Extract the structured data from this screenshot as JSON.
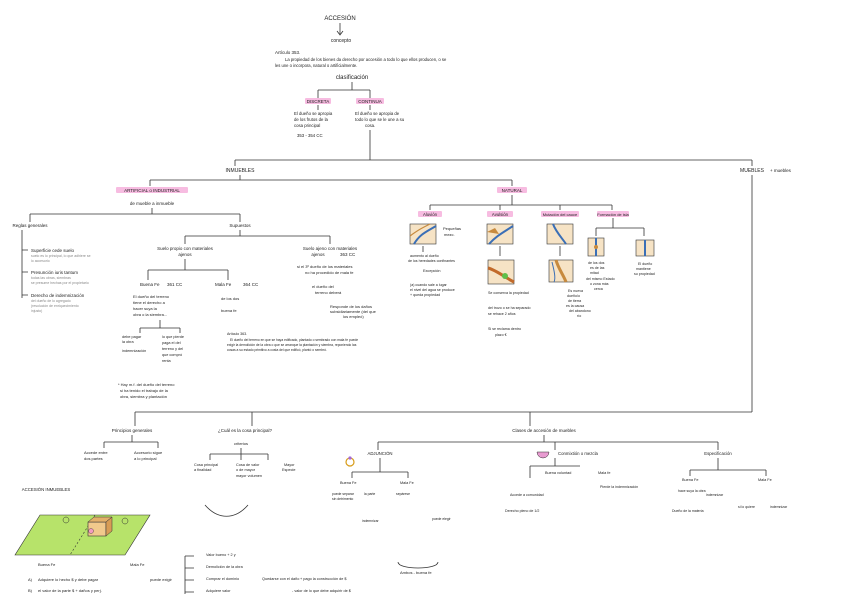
{
  "title": "ACCESIÓN",
  "subtitle": "concepto",
  "article_heading": "Artículo 353.",
  "article_text_1": "La propiedad de los bienes da derecho por accesión a todo lo que ellos producen, o se",
  "article_text_2": "les une o incorpora, natural o artificialmente.",
  "classification": "clasificación",
  "discreta": "DISCRETA",
  "continua": "CONTINUA",
  "discreta_desc_1": "El dueño se apropia",
  "discreta_desc_2": "de los frutos de la",
  "discreta_desc_3": "cosa principal",
  "discreta_ref": "353 - 354 CC",
  "continua_desc_1": "El dueño se apropia de",
  "continua_desc_2": "todo lo que se le une a su",
  "continua_desc_3": "cosa.",
  "inmuebles": "INMUEBLES",
  "muebles": "MUEBLES",
  "muebles_note": "+ muebles",
  "artificial": "ARTIFICIAL o INDUSTRIAL",
  "artificial_sub": "de mueble a inmueble",
  "natural": "NATURAL",
  "natural_items": [
    "Aluvión",
    "Avulsión",
    "Mutación del cauce",
    "Formación de isla"
  ],
  "aluvion_note_1": "Pequeñas",
  "aluvion_note_2": "mezc.",
  "aluvion_desc_1": "aumento al dueño",
  "aluvion_desc_2": "de los heredades confinantes",
  "aluvion_desc_3": "Excepción",
  "aluvion_desc_4": "(a) cuando sale a lugar",
  "aluvion_desc_5": "el nivel del agua se produce",
  "aluvion_desc_6": "+ queda propiedad",
  "avulsion_desc_1": "Se conserva la propiedad",
  "avulsion_desc_2": "del trozo o se ha separado",
  "avulsion_desc_3": "se rehace 2 años",
  "avulsion_desc_4": "Si se reclama dentro",
  "avulsion_desc_5": "plazo €",
  "cauce_desc_1": "Es nueva",
  "cauce_desc_2": "dueño/o",
  "cauce_desc_3": "de tierra",
  "cauce_desc_4": "es la causa",
  "cauce_desc_5": "del abandono",
  "cauce_desc_6": "río",
  "isla_desc_1": "de los dos",
  "isla_desc_2": "es de las",
  "isla_desc_3": "mitad",
  "isla_desc_4": "del mismo Estado",
  "isla_desc_5": "o zona más",
  "isla_desc_6": "cerca",
  "isla_right_1": "El dueño",
  "isla_right_2": "mantiene",
  "isla_right_3": "su propiedad",
  "reglas_generales": "Reglas generales",
  "regla_1": "Superficie cede suelo",
  "regla_1_sub_1": "suelo es lo principal, lo que adhiere se",
  "regla_1_sub_2": "lo accesorio",
  "regla_2": "Presunción iuris tantum",
  "regla_2_sub_1": "todas las obras, siembras",
  "regla_2_sub_2": "se presume hechas por el propietario",
  "regla_3": "Derecho de indemnización",
  "regla_3_sub_1": "del dueño de lo agregado",
  "regla_3_sub_2": "(resolución de enriquecimiento",
  "regla_3_sub_3": "injusto)",
  "supuestos": "Supuestos",
  "suelo_propio": "Suelo propio con materiales",
  "suelo_propio_2": "ajenos",
  "suelo_ajeno": "Suelo ajeno con materiales",
  "suelo_ajeno_2": "ajenos",
  "suelo_ajeno_ref": "363 CC",
  "buena_fe": "Buena Fe",
  "buena_fe_ref": "361 CC",
  "mala_fe": "Mala Fe",
  "mala_fe_ref": "364 CC",
  "bf_desc_1": "El dueño del terreno",
  "bf_desc_2": "tiene el derecho a",
  "bf_desc_3": "hacer suya la",
  "bf_desc_4": "obra o la siembra...",
  "mf_desc_1": "de los dos",
  "mf_desc_2": "buena fe",
  "ajeno_desc_1": "si el 3º dueño de los materiales",
  "ajeno_desc_2": "no ha procedido de mala fe",
  "ajeno_desc_3": "el dueño del",
  "ajeno_desc_4": "terreno deberá",
  "ajeno_desc_5": "Responde de los daños",
  "ajeno_desc_6": "subsidiariamente (del que",
  "ajeno_desc_7": "los empleó)",
  "dueno_1": "debe pagar",
  "dueno_2": "la obra",
  "dueno_3": "indemnización",
  "dueno_4": "lo que pierde",
  "dueno_5": "paga el del",
  "dueno_6": "terreno y del",
  "dueno_7": "que compró",
  "dueno_8": "renta",
  "art_363_heading": "Artículo 363.",
  "art_363_text_1": "El dueño del terreno en que se haya edificado, plantado o sembrado con mala fe puede",
  "art_363_text_2": "exigir la demolición de la obra o que se arranque la plantación y siembra, reponiendo las",
  "art_363_text_3": "cosas a su estado primitivo a costa del que edificó, plantó o sembró.",
  "mala_fe_note_1": "* Hay m.f. del dueño del terreno",
  "mala_fe_note_2": "si ha tenido el trabajo de la",
  "mala_fe_note_3": "obra, siembra y plantación",
  "principios": "Principios generales",
  "principio_1": "Accesorio sigue",
  "principio_1b": "a lo principal",
  "principio_2a": "Accede entre",
  "principio_2b": "dos partes",
  "cosa_principal": "¿Cuál es la cosa principal?",
  "criterios": "criterios",
  "criterio_1": "Cosa principal",
  "criterio_1b": "a finalidad",
  "criterio_2": "Cosa de valor",
  "criterio_2b": "o de mayor",
  "criterio_2c": "mayor volumen",
  "criterio_3": "Mayor",
  "criterio_3b": "Especie",
  "clases": "Clases de accesión de muebles",
  "adjuncion": "ADJUNCIÓN",
  "conmixtion": "Conmixtión o mezcla",
  "especificacion": "Especificación",
  "buena_fe_short": "Buena Fe",
  "mala_fe_short": "Mala Fe",
  "adj_1": "puede separar",
  "adj_2": "sin detrimento",
  "adj_3": "la parte",
  "adj_4": "indemnizar",
  "adj_5": "sepárese",
  "adj_6": "puede elegir",
  "adj_7": "Ambos - buena fe",
  "mezcla_1": "Buena voluntad",
  "mezcla_2": "Accede a comunidad",
  "mezcla_3": "Derecho pleno de 1/2",
  "mezcla_4": "Mala fe",
  "mezcla_5": "Pierde la indemnización",
  "esp_1": "Buena Fe",
  "esp_2": "Mala Fe",
  "esp_3": "hace suya la obra",
  "esp_4": "indemnizar",
  "esp_5": "Dueño de la materia",
  "esp_6": "indemnizar",
  "esp_7": "si lo quiere",
  "accesion_inmuebles": "ACCESIÓN INMUEBLES",
  "bottom_bf": "Buena Fe",
  "bottom_mf": "Mala Fe",
  "bottom_a": "A)",
  "bottom_b": "B)",
  "bottom_a_text": "Adquiere lo hecho $ y debe pagar",
  "bottom_b_text": "el valor de la parte $ + daños y perj.",
  "bottom_mid_1": "Valor bueno + 2 y",
  "bottom_mid_2": "Demolición de la obra",
  "bottom_mid_3": "Comprar el dominio",
  "bottom_mid_4": "Quedarse con el daño",
  "bottom_mid_5": "Adquiere valor",
  "bottom_mid_6": "puede exigir",
  "bottom_right_1": "+ pago la construcción de $",
  "bottom_right_2": "- valor de lo que debe adquirir de $"
}
